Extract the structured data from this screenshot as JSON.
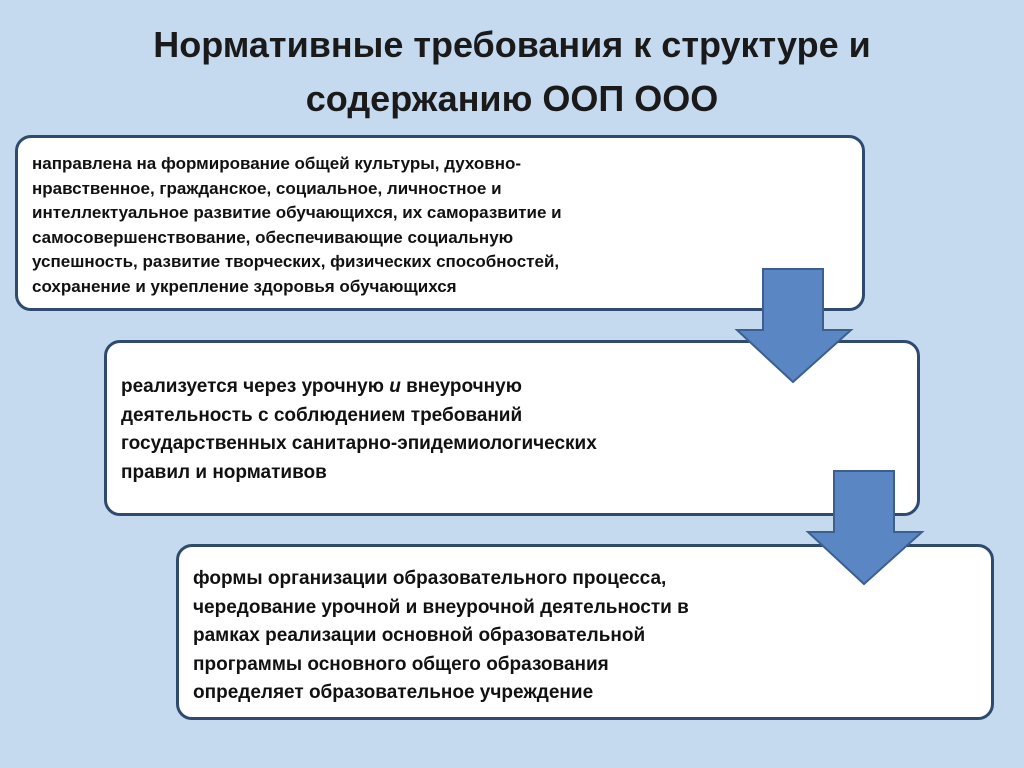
{
  "title": {
    "line1": "Нормативные требования к  структуре и",
    "line2": "содержанию ООП ООО"
  },
  "boxes": [
    {
      "lines": [
        "направлена на формирование общей культуры, духовно-",
        "нравственное, гражданское, социальное, личностное и",
        "интеллектуальное развитие обучающихся, их саморазвитие и",
        "самосовершенствование, обеспечивающие социальную",
        "успешность, развитие творческих, физических способностей,",
        "сохранение и укрепление здоровья обучающихся"
      ]
    },
    {
      "line1_before": "реализуется через урочную ",
      "line1_italic": "и",
      "line1_after": " внеурочную",
      "lines": [
        "деятельность с соблюдением требований",
        "государственных санитарно-эпидемиологических",
        "правил и нормативов"
      ]
    },
    {
      "lines": [
        "формы организации образовательного процесса,",
        "чередование урочной и внеурочной деятельности в",
        "рамках реализации основной образовательной",
        "программы основного общего образования",
        "определяет образовательное учреждение"
      ]
    }
  ],
  "colors": {
    "background": "#c5d9ef",
    "box_border": "#2e4a6e",
    "arrow_fill": "#5a87c3",
    "arrow_stroke": "#3d5f8f"
  }
}
